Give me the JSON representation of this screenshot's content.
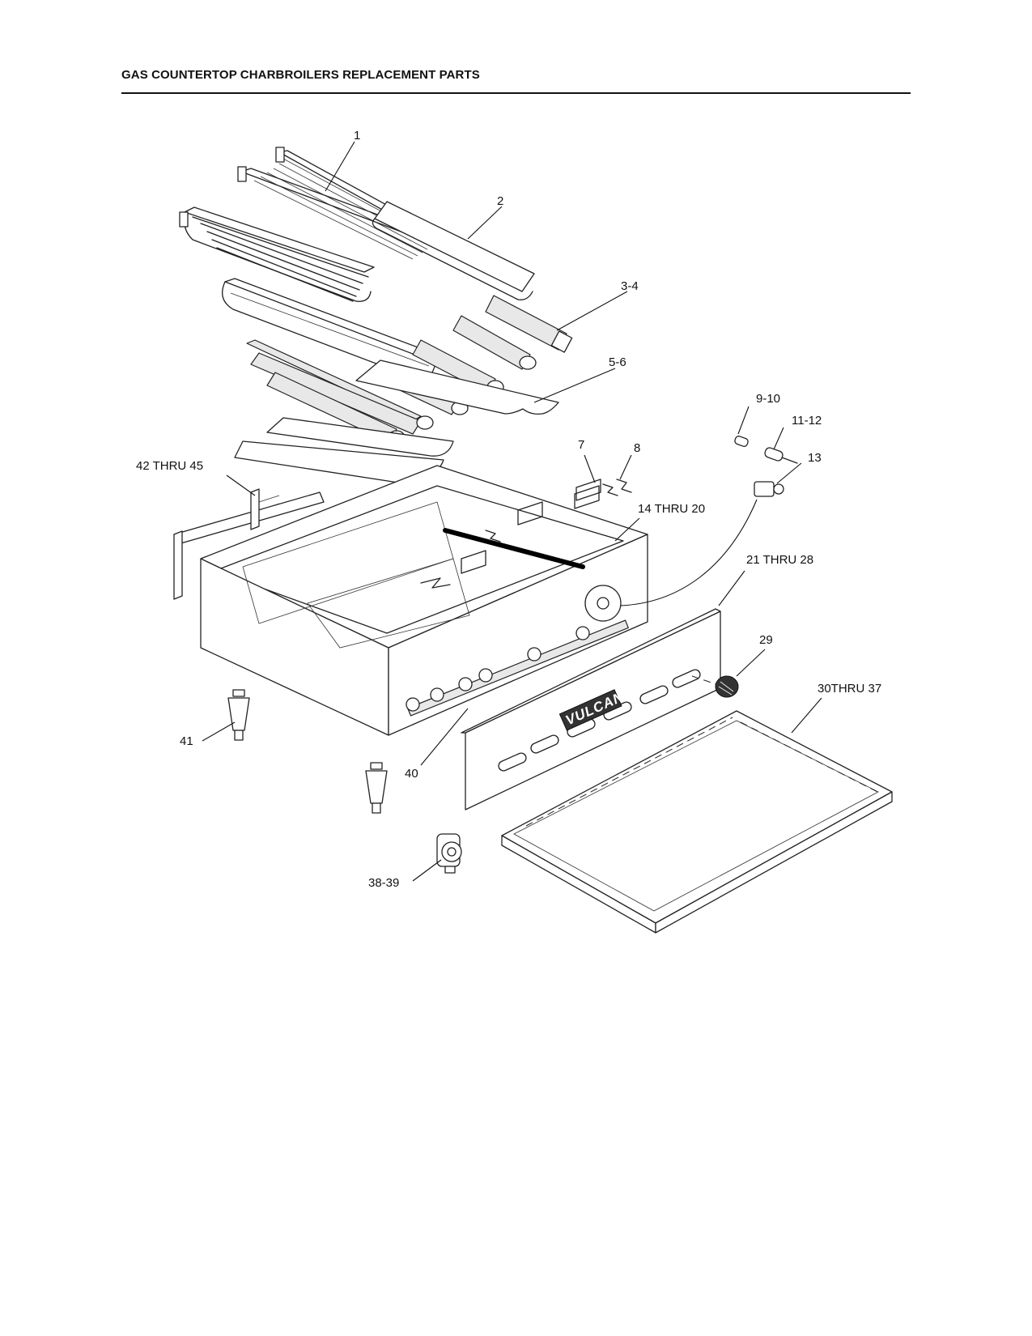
{
  "header": {
    "title": "GAS COUNTERTOP CHARBROILERS REPLACEMENT PARTS"
  },
  "diagram": {
    "brand_text": "VULCAN",
    "callouts": [
      {
        "id": "c1",
        "label": "1"
      },
      {
        "id": "c2",
        "label": "2"
      },
      {
        "id": "c3",
        "label": "3-4"
      },
      {
        "id": "c5",
        "label": "5-6"
      },
      {
        "id": "c9",
        "label": "9-10"
      },
      {
        "id": "c11",
        "label": "11-12"
      },
      {
        "id": "c13",
        "label": "13"
      },
      {
        "id": "c7",
        "label": "7"
      },
      {
        "id": "c8",
        "label": "8"
      },
      {
        "id": "c14",
        "label": "14 THRU 20"
      },
      {
        "id": "c21",
        "label": "21 THRU 28"
      },
      {
        "id": "c29",
        "label": "29"
      },
      {
        "id": "c30",
        "label": "30THRU 37"
      },
      {
        "id": "c42",
        "label": "42 THRU 45"
      },
      {
        "id": "c41",
        "label": "41"
      },
      {
        "id": "c40",
        "label": "40"
      },
      {
        "id": "c38",
        "label": "38-39"
      }
    ]
  }
}
